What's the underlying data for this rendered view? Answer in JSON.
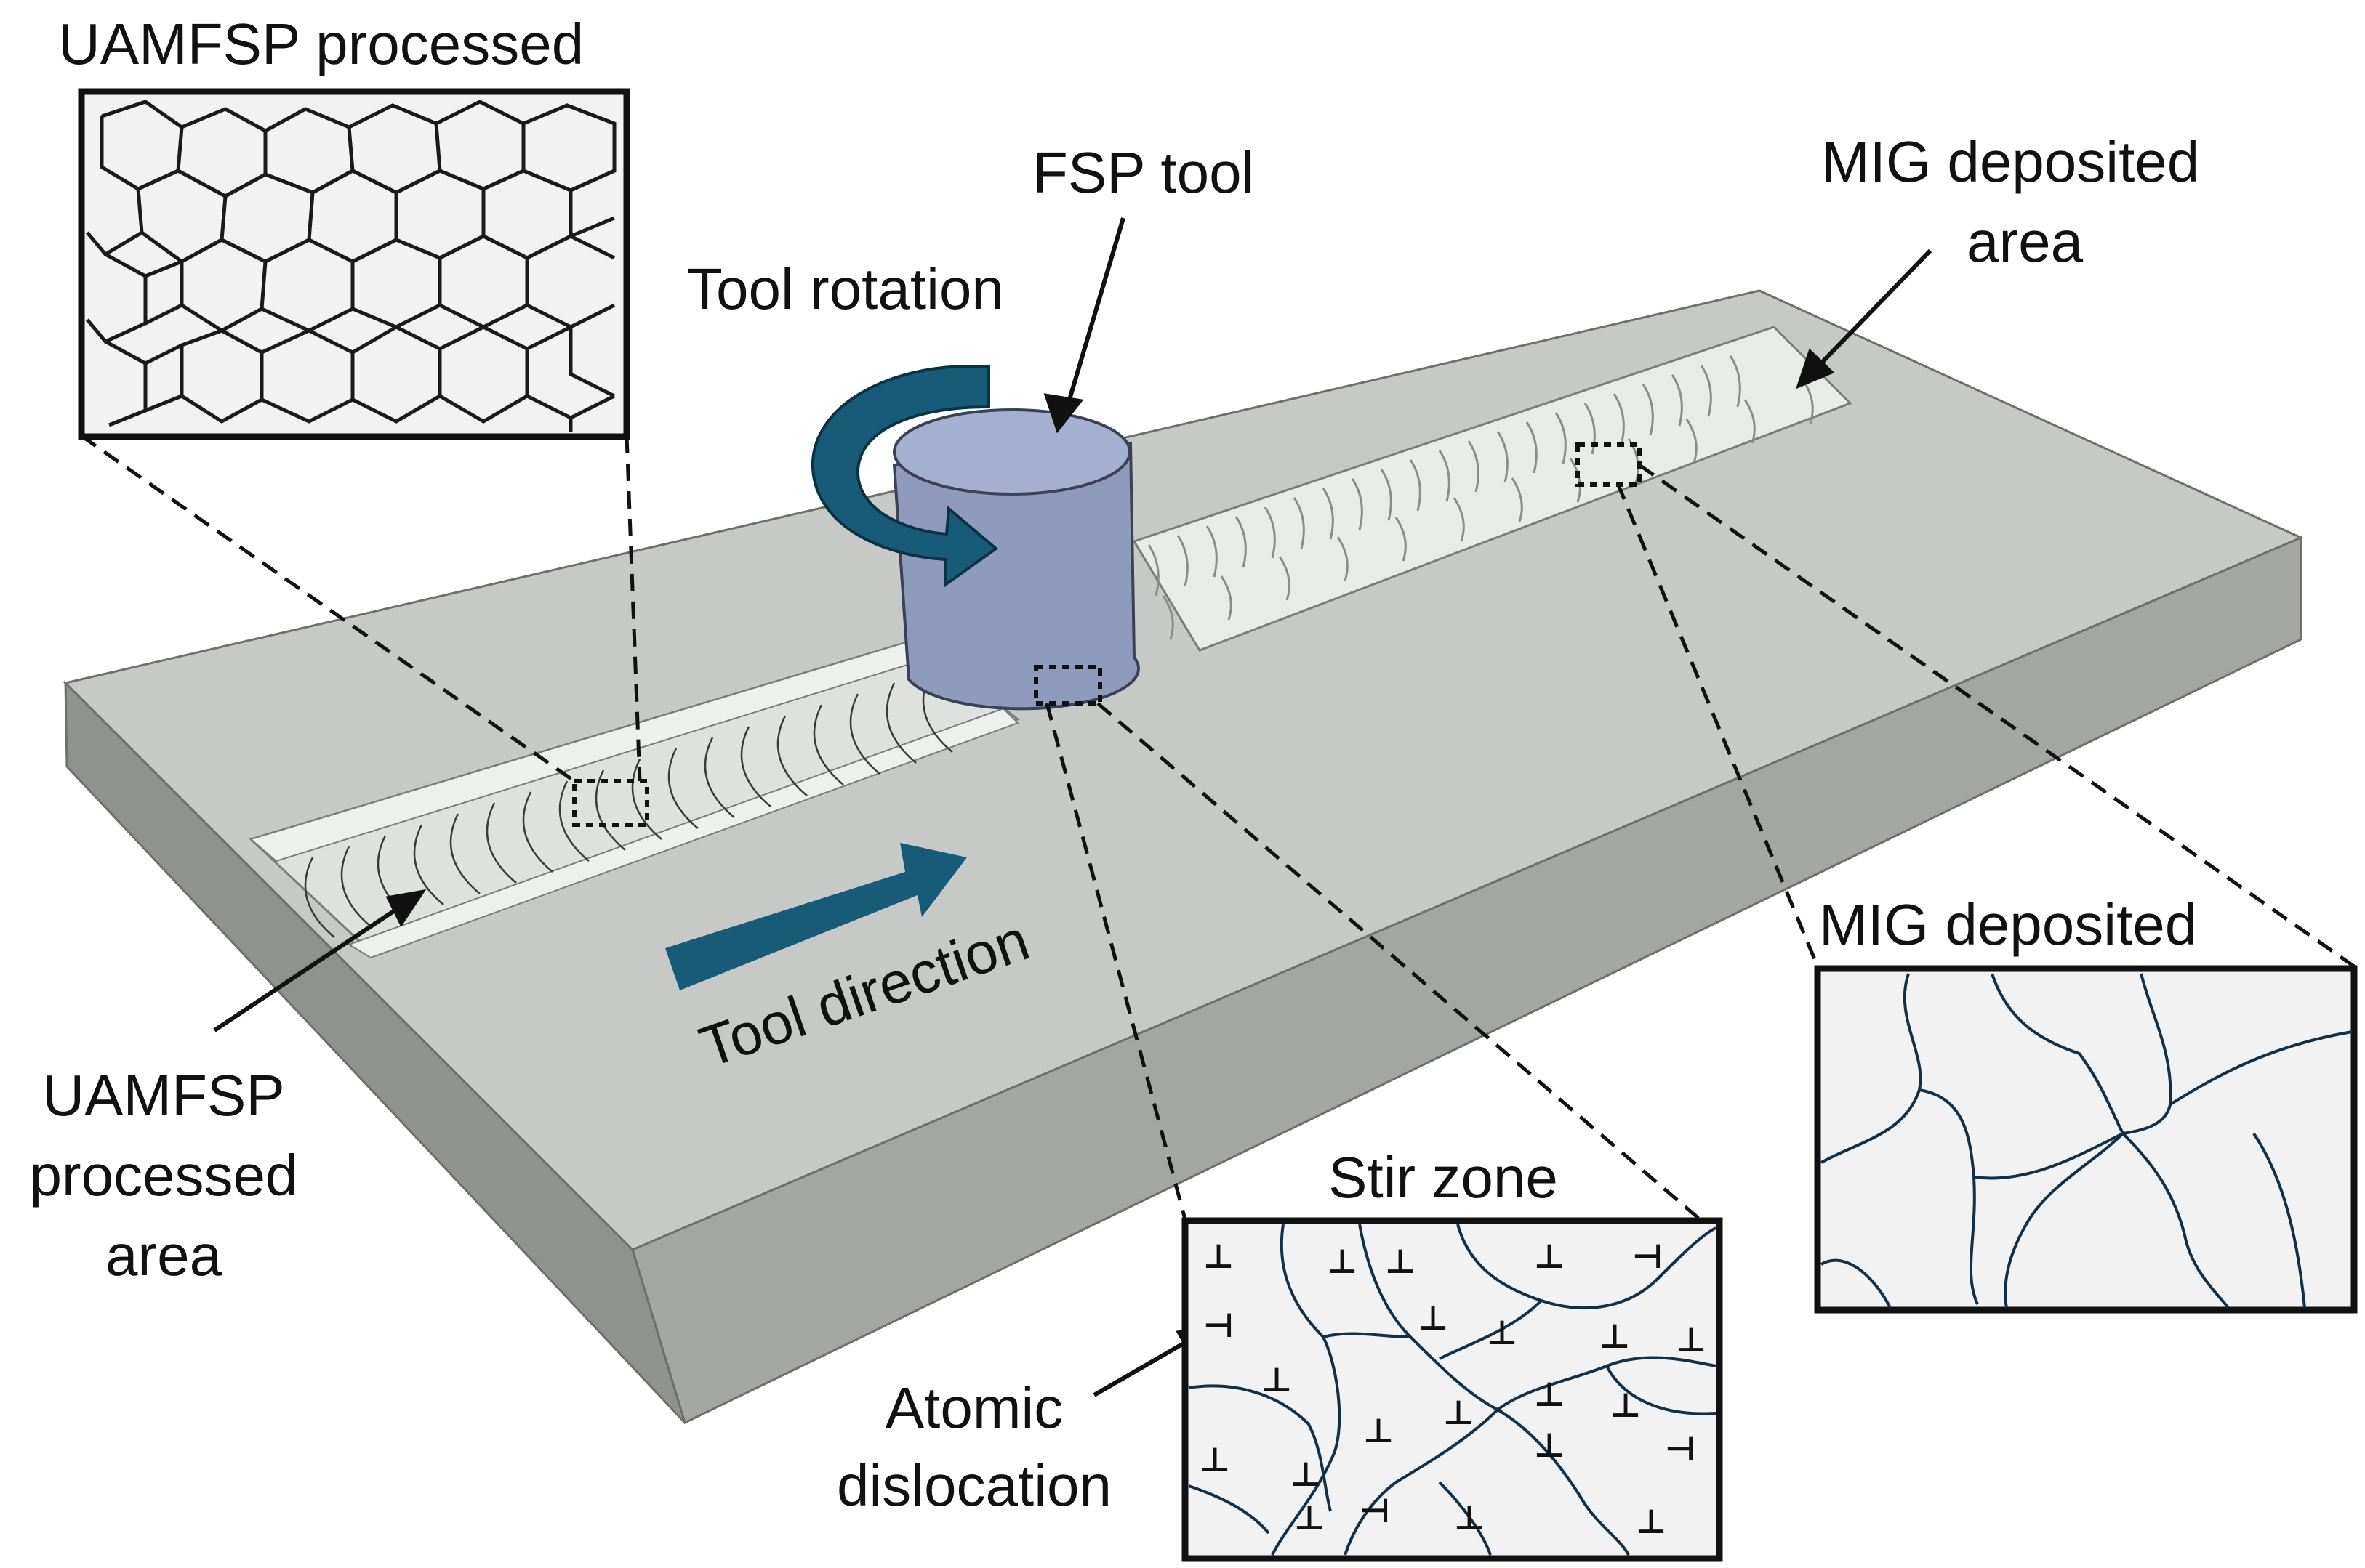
{
  "labels": {
    "uamfsp_inset_title": "UAMFSP processed",
    "fsp_tool": "FSP tool",
    "tool_rotation": "Tool rotation",
    "mig_area_line1": "MIG deposited",
    "mig_area_line2": "area",
    "mig_inset_title": "MIG deposited",
    "tool_direction": "Tool direction",
    "uamfsp_area_line1": "UAMFSP",
    "uamfsp_area_line2": "processed",
    "uamfsp_area_line3": "area",
    "stir_zone_title": "Stir zone",
    "atomic_line1": "Atomic",
    "atomic_line2": "dislocation"
  },
  "colors": {
    "plate_top": "#c6c9c6",
    "plate_front": "#a3a6a3",
    "plate_side": "#8f928f",
    "tool_body": "#8e9bbd",
    "tool_top": "#a4b0cf",
    "arrow": "#175b78",
    "dislocation": "#1c6f86",
    "grain_line": "#143046",
    "inset_fill": "#f2f2f2"
  },
  "icons": [
    "rotation-arrow-icon",
    "direction-arrow-icon",
    "dislocation-symbol-icon"
  ]
}
